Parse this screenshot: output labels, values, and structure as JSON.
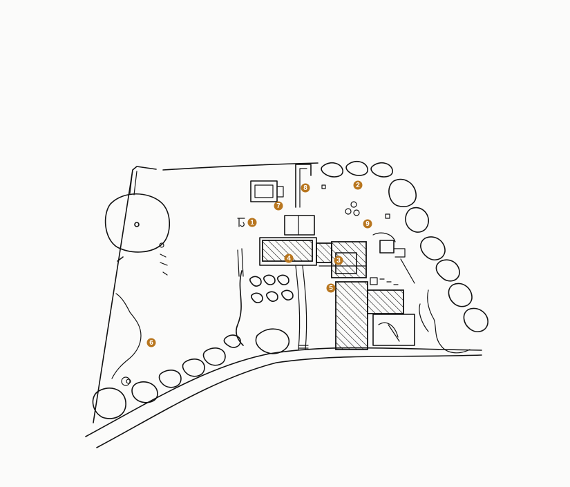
{
  "plan": {
    "marker_color": "#b8761f",
    "marker_text_color": "#ffffff",
    "ink_color": "#111111",
    "markers": [
      {
        "label": "1"
      },
      {
        "label": "2"
      },
      {
        "label": "3"
      },
      {
        "label": "4"
      },
      {
        "label": "5"
      },
      {
        "label": "6"
      },
      {
        "label": "7"
      },
      {
        "label": "8"
      },
      {
        "label": "9"
      }
    ]
  }
}
